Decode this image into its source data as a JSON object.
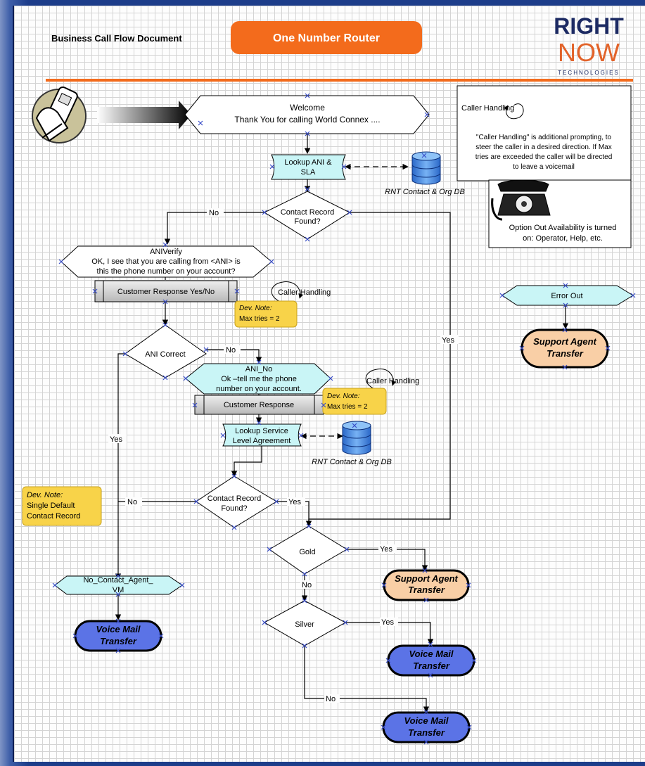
{
  "header": {
    "doc_title": "Business Call Flow Document",
    "app_title": "One Number Router",
    "logo": {
      "line1": "RIGHT",
      "line2": "NOW",
      "line3": "TECHNOLOGIES"
    }
  },
  "colors": {
    "accent_orange": "#f36b1c",
    "cyan_fill": "#c9f5f6",
    "blue_terminal": "#5b73e6",
    "peach_terminal": "#f9cfa6",
    "note_yellow": "#f8d349",
    "db_blue": "#3d82e0"
  },
  "nodes": {
    "welcome": {
      "line1": "Welcome",
      "line2": "Thank You for calling World Connex ...."
    },
    "lookup_ani": {
      "line1": "Lookup ANI &",
      "line2": "SLA"
    },
    "db1": {
      "label": "RNT Contact & Org DB"
    },
    "contact_found1": {
      "line1": "Contact Record",
      "line2": "Found?"
    },
    "ani_verify": {
      "line1": "ANIVerify",
      "line2": "OK, I see that you are calling from <ANI> is",
      "line3": "this the phone number on your account?"
    },
    "customer_response_yn": {
      "label": "Customer Response Yes/No"
    },
    "caller_handling1": {
      "label": "Caller Handling"
    },
    "dev_note1": {
      "line1": "Dev. Note:",
      "line2": "Max tries = 2"
    },
    "ani_correct": {
      "label": "ANI Correct"
    },
    "ani_no": {
      "line1": "ANI_No",
      "line2": "Ok –tell me the phone",
      "line3": "number on your account."
    },
    "customer_response": {
      "label": "Customer Response"
    },
    "caller_handling2": {
      "label": "Caller Handling"
    },
    "dev_note2": {
      "line1": "Dev. Note:",
      "line2": "Max tries = 2"
    },
    "lookup_sla": {
      "line1": "Lookup Service",
      "line2": "Level Agreement"
    },
    "db2": {
      "label": "RNT Contact & Org DB"
    },
    "contact_found2": {
      "line1": "Contact Record",
      "line2": "Found?"
    },
    "dev_note3": {
      "line1": "Dev. Note:",
      "line2": "Single Default",
      "line3": "Contact Record"
    },
    "gold": {
      "label": "Gold"
    },
    "silver": {
      "label": "Silver"
    },
    "support_agent1": {
      "line1": "Support Agent",
      "line2": "Transfer"
    },
    "support_agent2": {
      "line1": "Support Agent",
      "line2": "Transfer"
    },
    "no_contact_vm": {
      "line1": "No_Contact_Agent_",
      "line2": "VM"
    },
    "voicemail1": {
      "line1": "Voice Mail",
      "line2": "Transfer"
    },
    "voicemail2": {
      "line1": "Voice Mail",
      "line2": "Transfer"
    },
    "voicemail3": {
      "line1": "Voice Mail",
      "line2": "Transfer"
    },
    "error_out": {
      "label": "Error Out"
    }
  },
  "edge_labels": {
    "found1_no": "No",
    "found1_yes": "Yes",
    "ani_correct_no": "No",
    "ani_correct_yes": "Yes",
    "found2_no": "No",
    "found2_yes": "Yes",
    "gold_yes": "Yes",
    "gold_no": "No",
    "silver_yes": "Yes",
    "silver_no": "No"
  },
  "legend": {
    "caller_handling": {
      "title": "Caller Handling",
      "line1": "\"Caller Handling\" is additional prompting, to",
      "line2": "steer the caller in a desired direction. If Max",
      "line3": "tries are exceeded the caller will be directed",
      "line4": "to leave a voicemail"
    },
    "option_out": {
      "line1": "Option Out Availability is turned",
      "line2": "on: Operator, Help, etc."
    }
  },
  "icons": {
    "cellphone": "cellphone-hand-icon",
    "telephone": "rotary-telephone-icon",
    "database": "database-cylinder-icon",
    "loop": "loop-arrow-icon"
  }
}
